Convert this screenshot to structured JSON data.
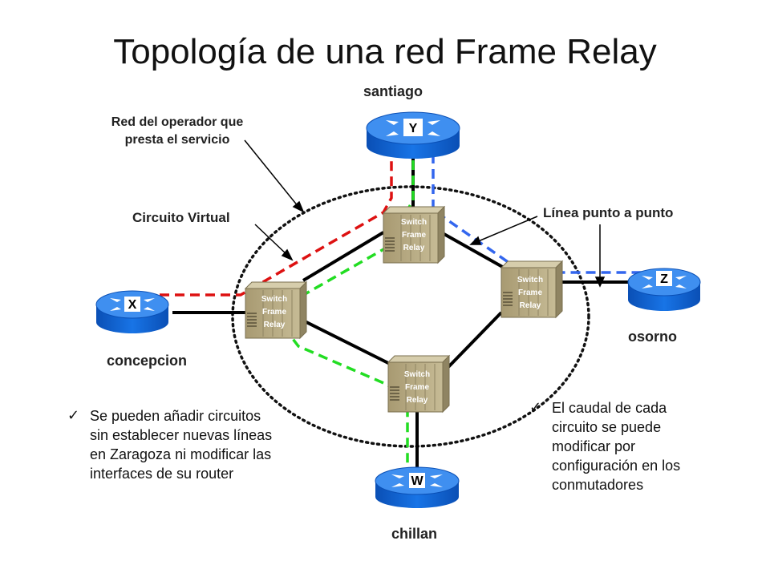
{
  "title": "Topología de una red Frame Relay",
  "routers": [
    {
      "id": "santiago",
      "letter": "Y",
      "city": "santiago"
    },
    {
      "id": "concepcion",
      "letter": "X",
      "city": "concepcion"
    },
    {
      "id": "osorno",
      "letter": "Z",
      "city": "osorno"
    },
    {
      "id": "chillan",
      "letter": "W",
      "city": "chillan"
    }
  ],
  "switch_label": [
    "Switch",
    "Frame",
    "Relay"
  ],
  "annotations": {
    "operator_network": [
      "Red del operador que",
      "presta el servicio"
    ],
    "virtual_circuit": "Circuito Virtual",
    "point_to_point": "Línea punto a punto"
  },
  "bullets": {
    "left": [
      "Se pueden añadir circuitos",
      "sin establecer nuevas líneas",
      "en Zaragoza ni modificar las",
      "interfaces de su router"
    ],
    "right": [
      "El caudal de cada",
      "circuito se puede",
      "modificar por",
      "configuración en los",
      "conmutadores"
    ],
    "check_glyph": "✓"
  },
  "colors": {
    "router_blue": "#0a5fd0",
    "router_top": "#3f8ff0",
    "switch_body": "#b9ad85",
    "red_circuit": "#dd1111",
    "green_circuit": "#22dd22",
    "blue_circuit": "#3366ee"
  }
}
